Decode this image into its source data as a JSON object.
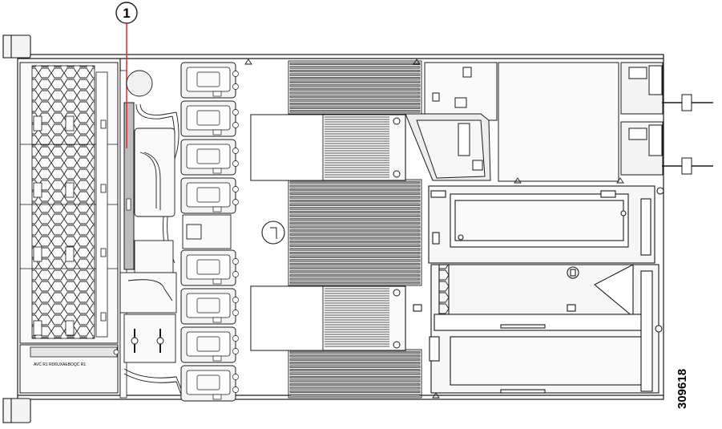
{
  "callout": {
    "number": "1",
    "color": "#e8242a"
  },
  "figure_id": "309618",
  "bracket_label": "AVC R1 RD6UXAEBOQC R1",
  "colors": {
    "outline": "#1a1a1a",
    "highlight_fill": "#bdbdbd",
    "dimm_fill": "#8a8a8a",
    "panel_fill": "#f2f2f2"
  }
}
